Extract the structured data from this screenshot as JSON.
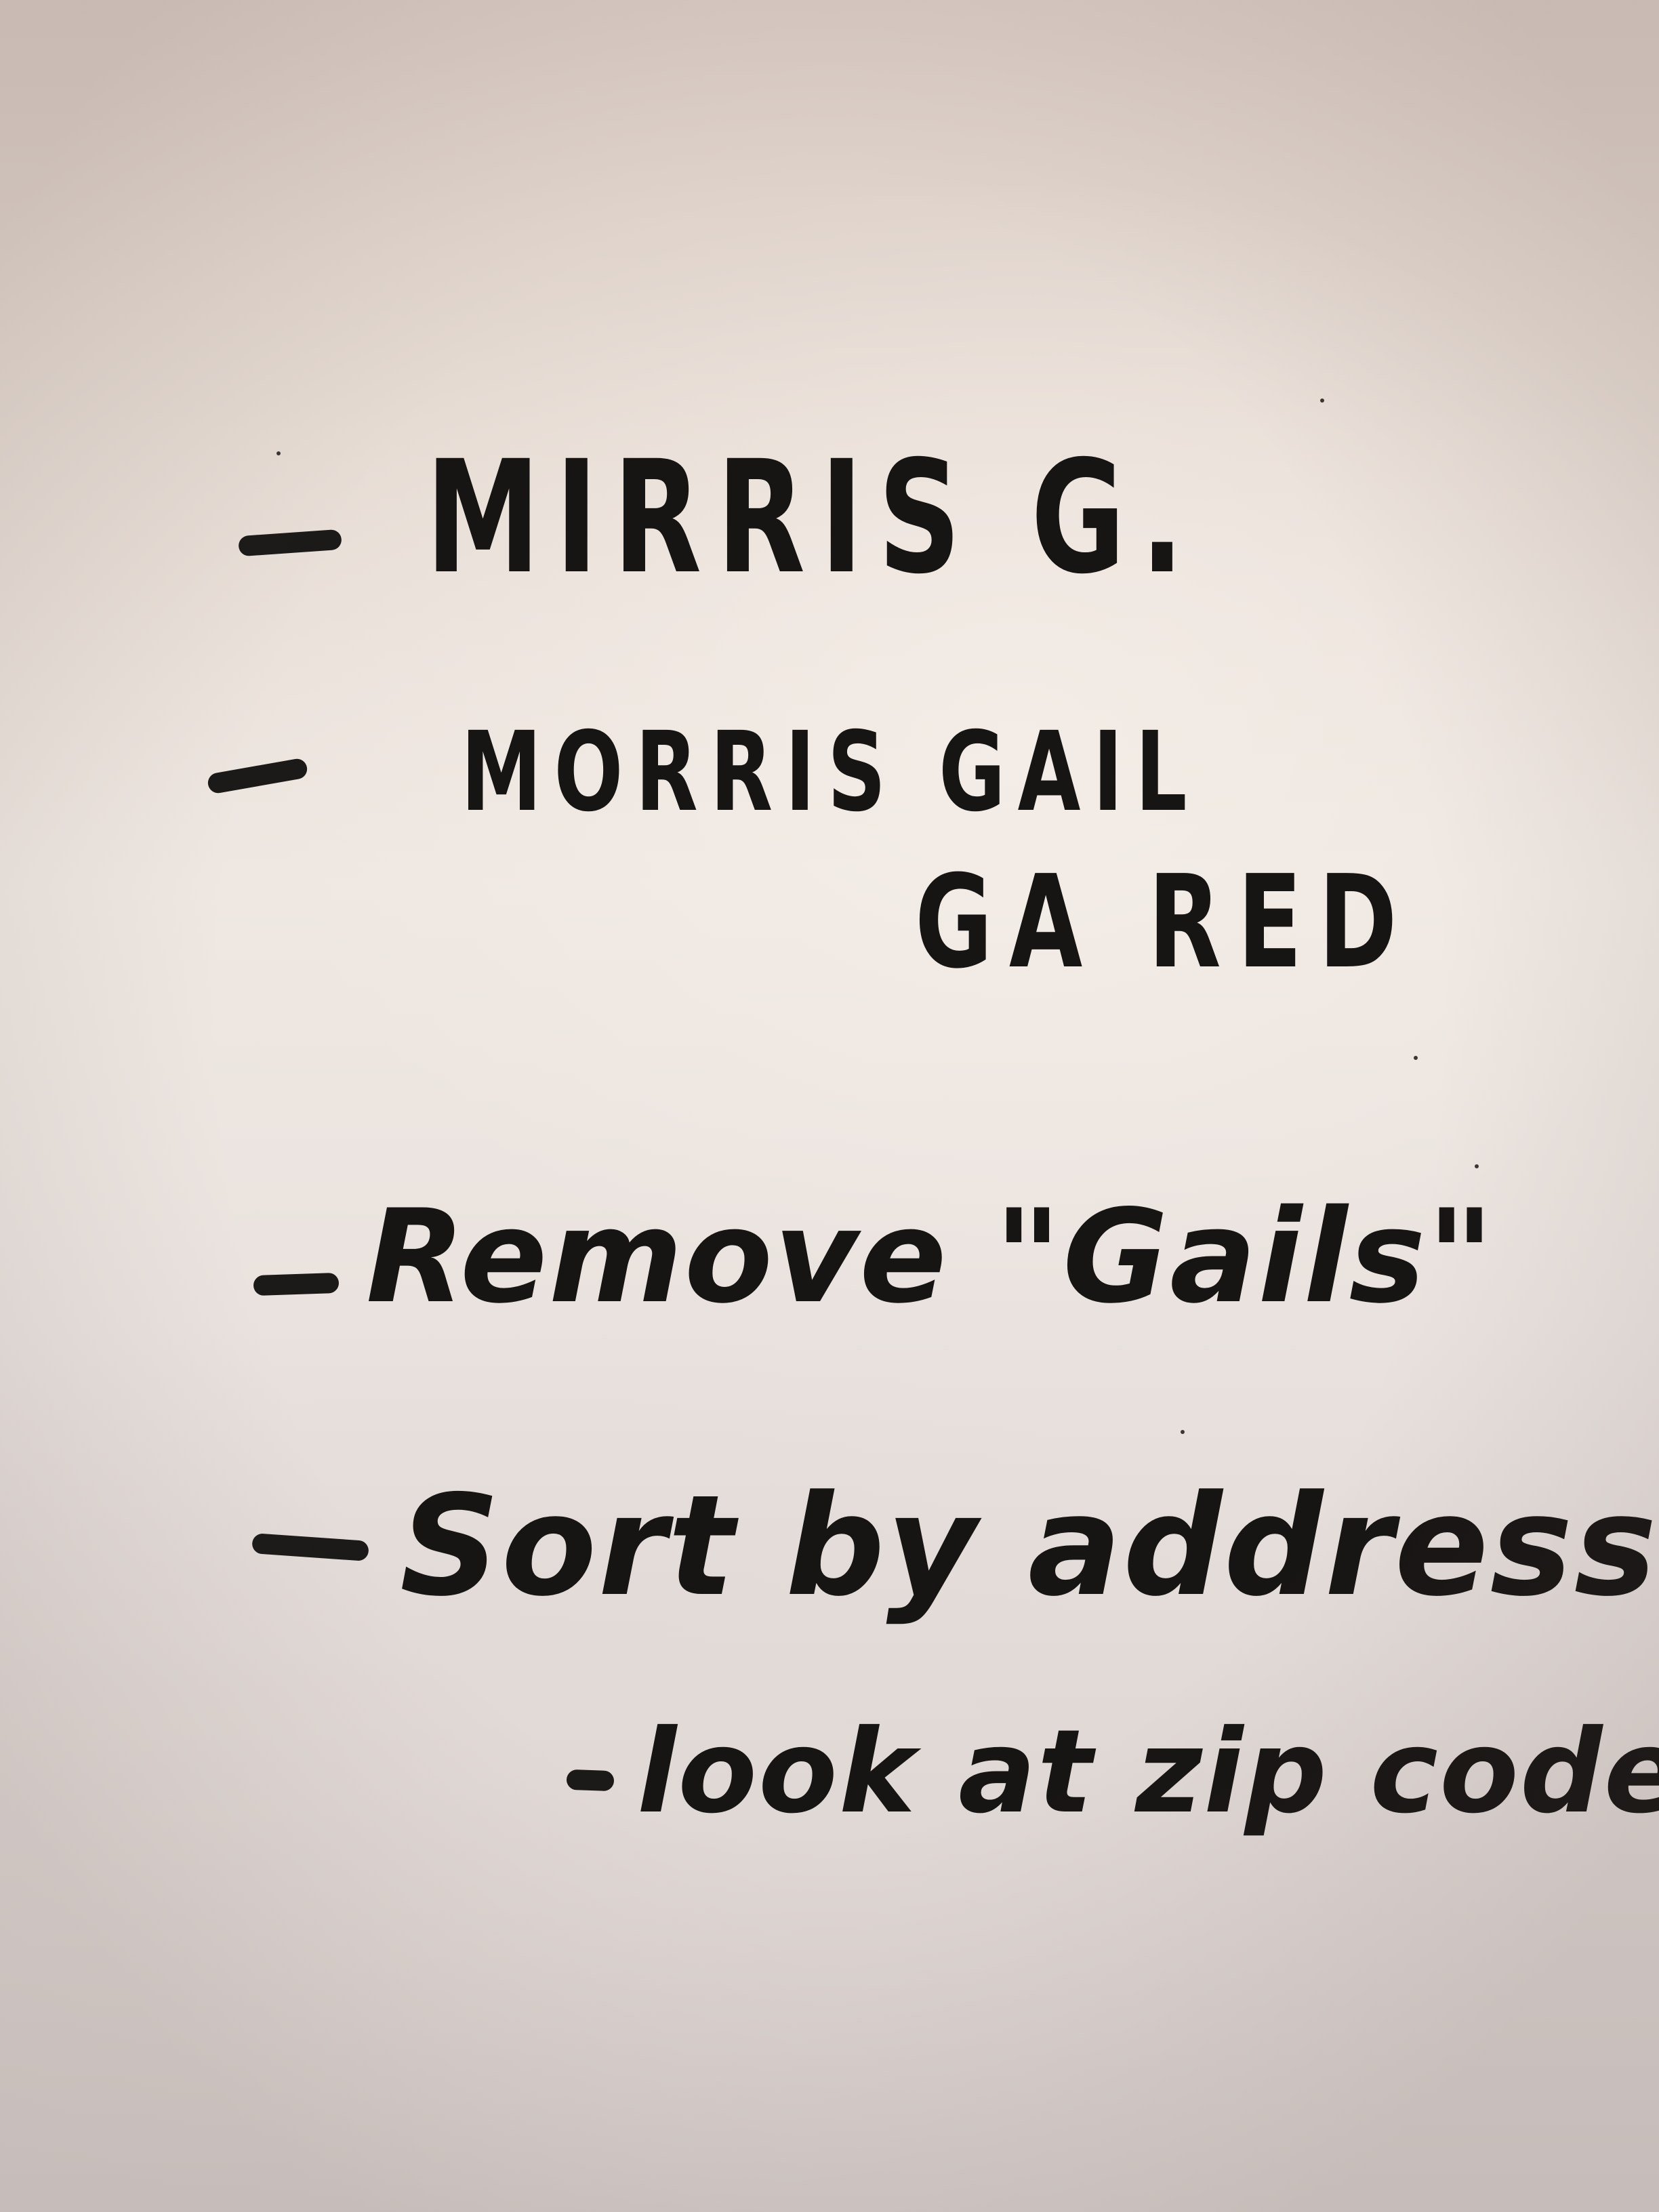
{
  "notes": {
    "line1": "MIRRIS G.",
    "line2": "MORRIS GAIL",
    "line3": "GA RED",
    "line4": "Remove \"Gails\"",
    "line5": "Sort by address",
    "line6": "look at zip code"
  },
  "colors": {
    "board": "#ebe3dd",
    "marker": "#171514"
  }
}
